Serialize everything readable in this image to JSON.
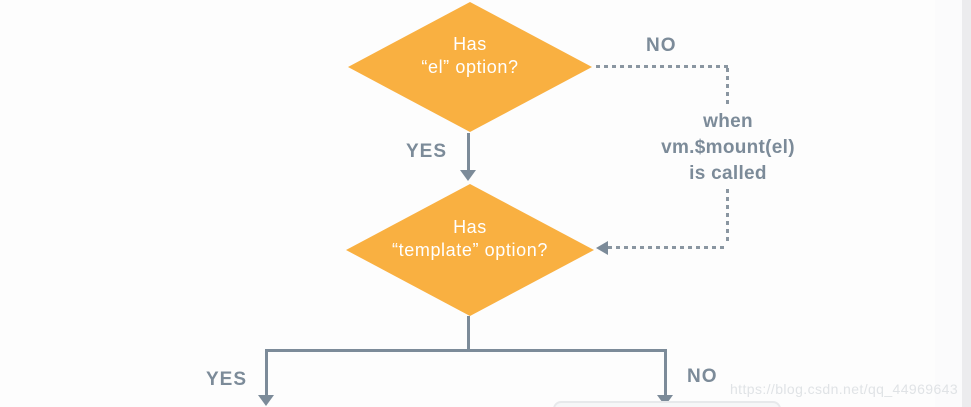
{
  "colors": {
    "bg": "#fdfdfd",
    "accent": "#f9b041",
    "gray": "#7c8b99",
    "dotted": "#8a96a1",
    "edge": "#ececee",
    "faint": "#e7e9eb",
    "watermark": "#e0e3e6"
  },
  "flowchart": {
    "diamond_el": {
      "line1": "Has",
      "line2": "“el” option?"
    },
    "diamond_template": {
      "line1": "Has",
      "line2": "“template” option?"
    },
    "labels": {
      "no_top": "NO",
      "yes_top": "YES",
      "yes_bottom": "YES",
      "no_bottom": "NO"
    },
    "annotation": {
      "line1": "when",
      "line2": "vm.$mount(el)",
      "line3": "is called"
    }
  },
  "watermark": "https://blog.csdn.net/qq_44969643"
}
